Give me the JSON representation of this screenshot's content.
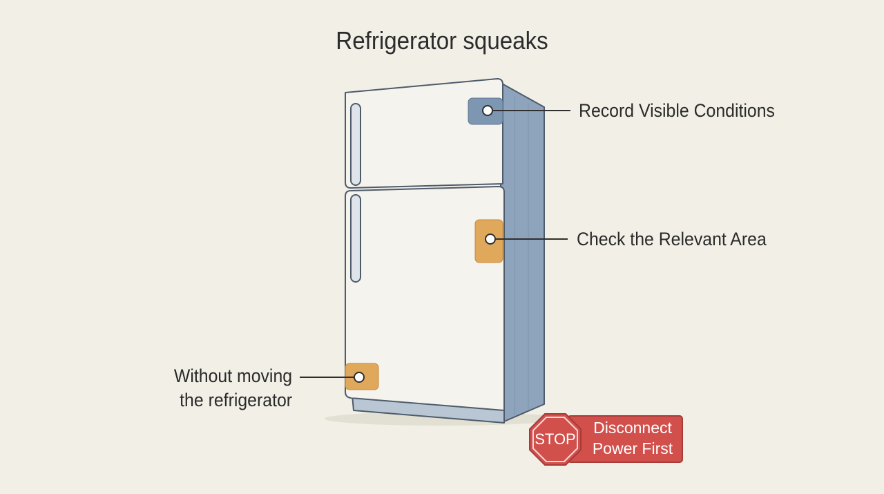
{
  "title": "Refrigerator squeaks",
  "callouts": {
    "record": "Record Visible Conditions",
    "check": "Check the Relevant Area",
    "without_line1": "Without moving",
    "without_line2": "the refrigerator"
  },
  "warning": {
    "stop_sign": "STOP",
    "line1": "Disconnect",
    "line2": "Power First"
  },
  "colors": {
    "background": "#f1efe6",
    "fridge_body": "#f3f2ec",
    "fridge_side": "#8ea4bc",
    "record_marker": "#7d96b2",
    "check_marker": "#e0a85a",
    "without_marker": "#e0a85a",
    "stop_red": "#d2504c"
  }
}
